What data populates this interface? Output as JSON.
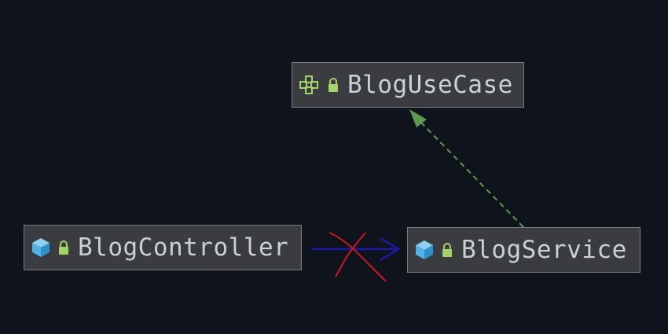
{
  "diagram": {
    "nodes": [
      {
        "id": "usecase",
        "label": "BlogUseCase",
        "kind": "interface",
        "visibility_icon": "lock-icon"
      },
      {
        "id": "controller",
        "label": "BlogController",
        "kind": "class",
        "visibility_icon": "lock-icon"
      },
      {
        "id": "service",
        "label": "BlogService",
        "kind": "class",
        "visibility_icon": "lock-icon"
      }
    ],
    "edges": [
      {
        "from": "service",
        "to": "usecase",
        "style": "dashed",
        "color": "#5e9a4c",
        "type": "implements"
      },
      {
        "from": "controller",
        "to": "service",
        "style": "solid",
        "color": "#1a1aa8",
        "type": "dependency",
        "crossed_out": true,
        "cross_color": "#d0181c"
      }
    ]
  },
  "colors": {
    "background": "#0f131b",
    "node_fill": "#3a3c3f",
    "node_border": "#7a7d80",
    "text": "#c9d1d9",
    "class_icon": "#4fb3e8",
    "interface_icon": "#a4d36a",
    "lock_icon": "#a4d36a"
  }
}
